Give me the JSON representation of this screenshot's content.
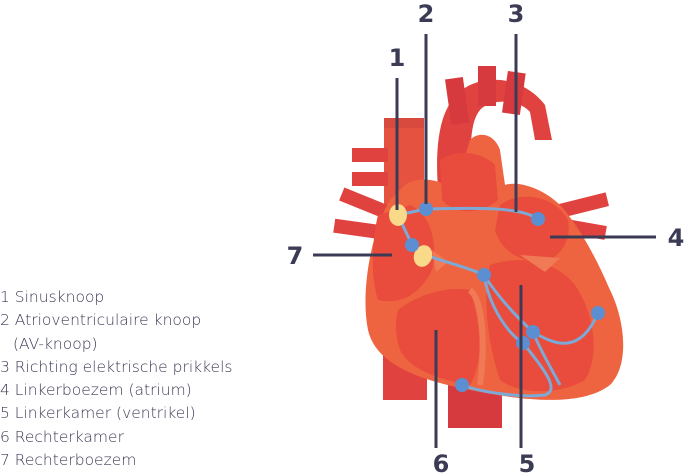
{
  "callouts": [
    {
      "num": "1"
    },
    {
      "num": "2"
    },
    {
      "num": "3"
    },
    {
      "num": "4"
    },
    {
      "num": "5"
    },
    {
      "num": "6"
    },
    {
      "num": "7"
    }
  ],
  "legend": [
    {
      "text": "1 Sinusknoop"
    },
    {
      "text": "2 Atrioventriculaire knoop"
    },
    {
      "text": "(AV-knoop)"
    },
    {
      "text": "3 Richting elektrische prikkels"
    },
    {
      "text": "4 Linkerboezem (atrium)"
    },
    {
      "text": "5 Linkerkamer (ventrikel)"
    },
    {
      "text": "6 Rechterkamer"
    },
    {
      "text": "7 Rechterboezem"
    }
  ],
  "colors": {
    "heart_outer": "#ef6440",
    "heart_inner": "#e94c3c",
    "heart_dark": "#d63a3e",
    "vessel": "#e0433f",
    "conduction_path": "#7da9d6",
    "node_blue": "#5b8fd1",
    "node_yellow": "#f9d98a",
    "callout_line": "#3b3b55"
  }
}
